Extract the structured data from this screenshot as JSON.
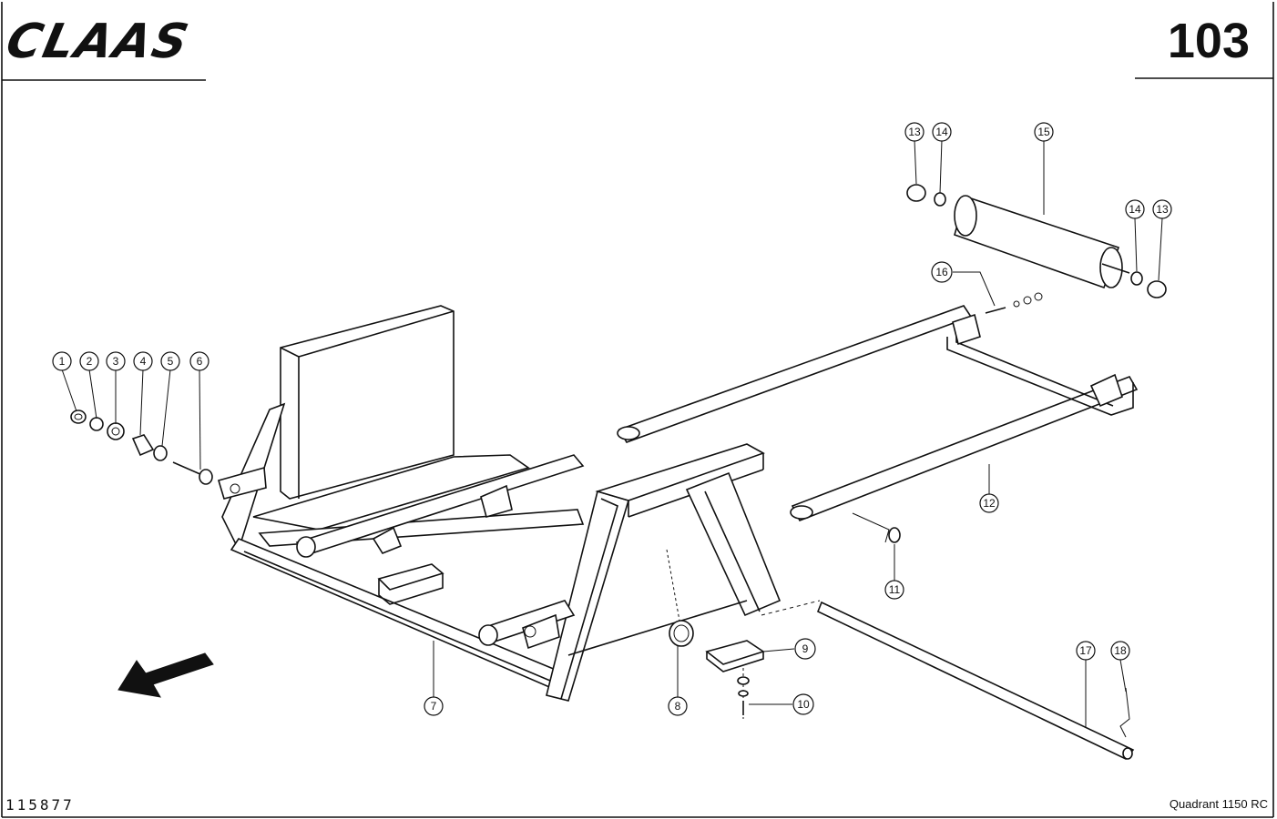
{
  "header": {
    "brand": "CLAAS",
    "page_number": "103"
  },
  "footer": {
    "drawing_number": "115877",
    "model": "Quadrant 1150 RC"
  },
  "callouts": [
    "1",
    "2",
    "3",
    "4",
    "5",
    "6",
    "7",
    "8",
    "9",
    "10",
    "11",
    "12",
    "13",
    "14",
    "15",
    "16",
    "17",
    "18"
  ]
}
